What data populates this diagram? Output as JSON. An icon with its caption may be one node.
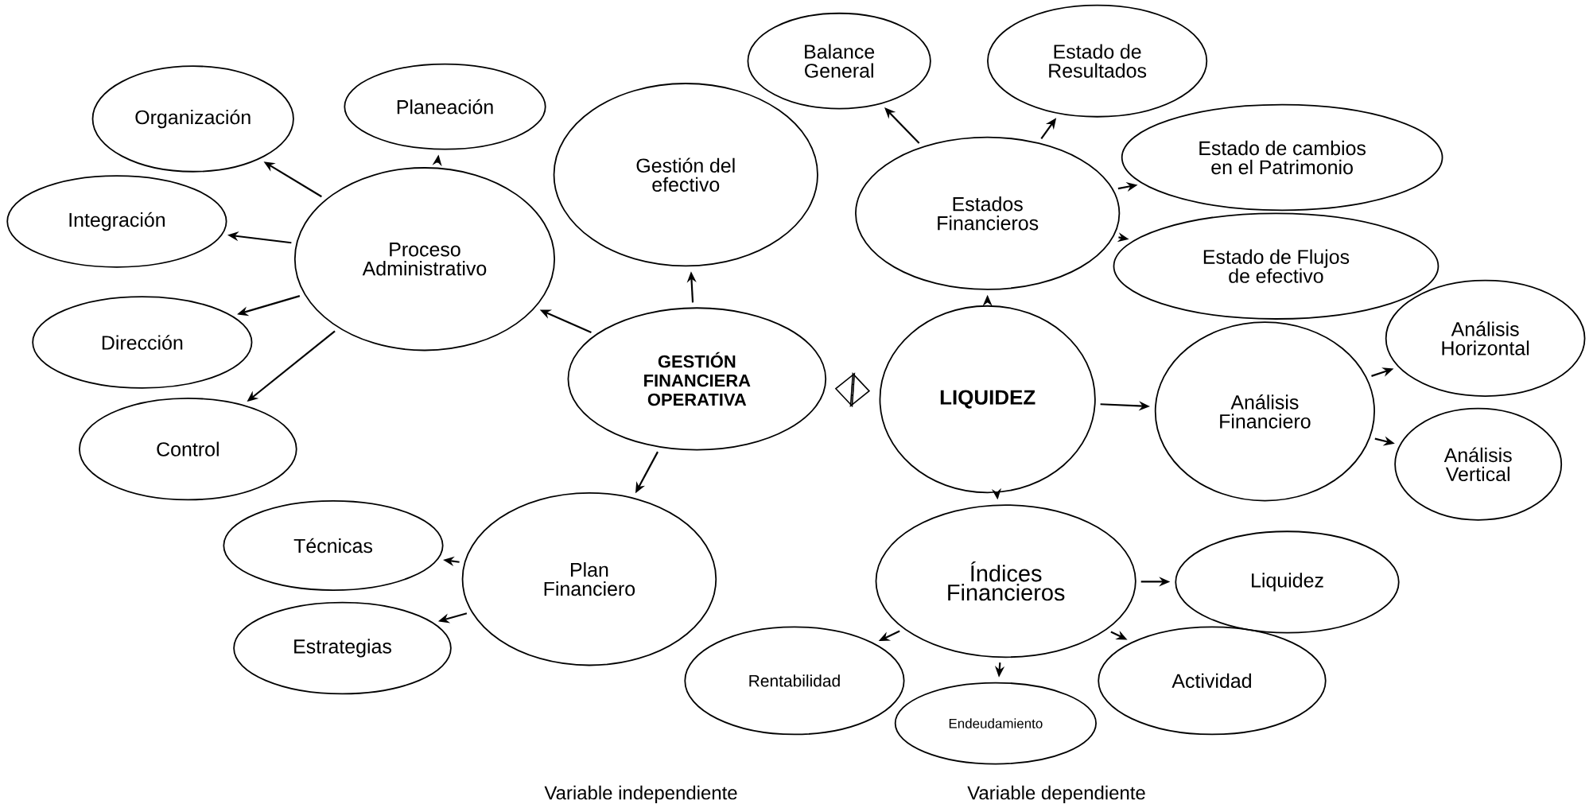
{
  "diagram": {
    "nodes": [
      {
        "text": [
          "Organización"
        ]
      },
      {
        "text": [
          "Planeación"
        ]
      },
      {
        "text": [
          "Integración"
        ]
      },
      {
        "text": [
          "Proceso Administrativo"
        ]
      },
      {
        "text": [
          "Dirección"
        ]
      },
      {
        "text": [
          "Control"
        ]
      },
      {
        "text": [
          "Gestión del efectivo"
        ]
      },
      {
        "text": [
          "GESTIÓN FINANCIERA OPERATIVA"
        ]
      },
      {
        "text": [
          "Plan Financiero"
        ]
      },
      {
        "text": [
          "Técnicas"
        ]
      },
      {
        "text": [
          "Estrategias"
        ]
      },
      {
        "text": [
          "Balance General"
        ]
      },
      {
        "text": [
          "Estado de Resultados"
        ]
      },
      {
        "text": [
          "Estados Financieros"
        ]
      },
      {
        "text": [
          "Estado de cambios en el Patrimonio"
        ]
      },
      {
        "text": [
          "Estado de Flujos de efectivo"
        ]
      },
      {
        "text": [
          "LIQUIDEZ"
        ]
      },
      {
        "text": [
          "Análisis Financiero"
        ]
      },
      {
        "text": [
          "Análisis Horizontal"
        ]
      },
      {
        "text": [
          "Análisis Vertical"
        ]
      },
      {
        "text": [
          "Índices Financieros"
        ]
      },
      {
        "text": [
          "Liquidez"
        ]
      },
      {
        "text": [
          "Rentabilidad"
        ]
      },
      {
        "text": [
          "Actividad"
        ]
      },
      {
        "text": [
          "Endeudamiento"
        ]
      }
    ],
    "edges": [
      {
        "from": 3,
        "to": 0,
        "arrow": "to"
      },
      {
        "from": 3,
        "to": 1,
        "arrow": "to"
      },
      {
        "from": 3,
        "to": 2,
        "arrow": "to"
      },
      {
        "from": 3,
        "to": 4,
        "arrow": "to"
      },
      {
        "from": 3,
        "to": 5,
        "arrow": "to"
      },
      {
        "from": 7,
        "to": 3,
        "arrow": "to"
      },
      {
        "from": 7,
        "to": 6,
        "arrow": "to"
      },
      {
        "from": 7,
        "to": 8,
        "arrow": "to"
      },
      {
        "from": 8,
        "to": 9,
        "arrow": "to"
      },
      {
        "from": 8,
        "to": 10,
        "arrow": "to"
      },
      {
        "from": 7,
        "to": 16,
        "arrow": "both",
        "style": "thick"
      },
      {
        "from": 16,
        "to": 13,
        "arrow": "to"
      },
      {
        "from": 13,
        "to": 11,
        "arrow": "to"
      },
      {
        "from": 13,
        "to": 12,
        "arrow": "to"
      },
      {
        "from": 13,
        "to": 14,
        "arrow": "to"
      },
      {
        "from": 13,
        "to": 15,
        "arrow": "to"
      },
      {
        "from": 16,
        "to": 17,
        "arrow": "to"
      },
      {
        "from": 17,
        "to": 18,
        "arrow": "to"
      },
      {
        "from": 17,
        "to": 19,
        "arrow": "to"
      },
      {
        "from": 16,
        "to": 20,
        "arrow": "to"
      },
      {
        "from": 20,
        "to": 21,
        "arrow": "to"
      },
      {
        "from": 20,
        "to": 22,
        "arrow": "to"
      },
      {
        "from": 20,
        "to": 23,
        "arrow": "to"
      },
      {
        "from": 20,
        "to": 24,
        "arrow": "to"
      }
    ],
    "labels": [
      "Variable independiente",
      "Variable dependiente"
    ]
  }
}
